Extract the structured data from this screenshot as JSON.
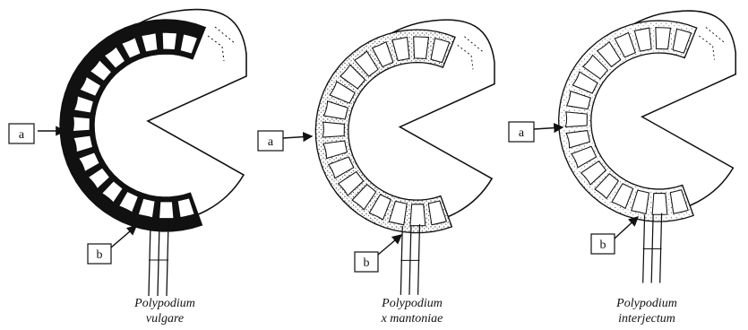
{
  "figure": {
    "panels": [
      {
        "id": "vulgare",
        "label_a": "a",
        "label_b": "b",
        "caption": [
          "Polypodium",
          "vulgare"
        ],
        "annulus_style": "black"
      },
      {
        "id": "mantoniae",
        "label_a": "a",
        "label_b": "b",
        "caption": [
          "Polypodium",
          "x mantoniae"
        ],
        "annulus_style": "stippled"
      },
      {
        "id": "interjectum",
        "label_a": "a",
        "label_b": "b",
        "caption": [
          "Polypodium",
          "interjectum"
        ],
        "annulus_style": "stippled-light"
      }
    ]
  },
  "colors": {
    "ink": "#111111",
    "paper": "#ffffff",
    "stipple": "#444444"
  }
}
